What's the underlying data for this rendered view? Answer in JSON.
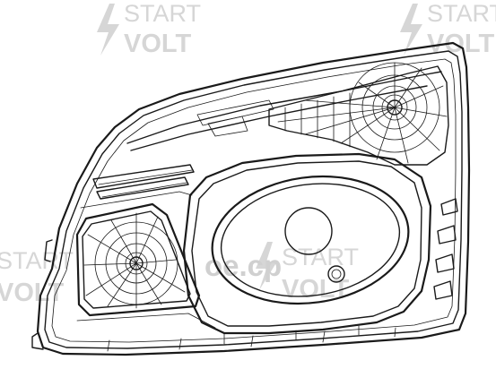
{
  "watermarks": [
    {
      "line1": "START",
      "line2": "VOLT"
    },
    {
      "line1": "START",
      "line2": "VOLT"
    },
    {
      "line1": "START",
      "line2": "VOLT"
    },
    {
      "line1": "START",
      "line2": "VOLT"
    }
  ],
  "center_watermark": "oe.cp",
  "colors": {
    "line": "#1a1a1a",
    "watermark": "#d6d6d6",
    "background": "#ffffff"
  }
}
